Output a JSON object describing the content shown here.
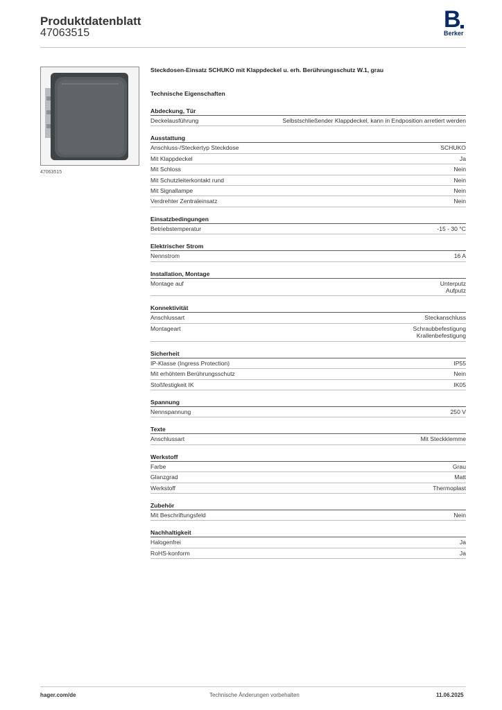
{
  "header": {
    "title": "Produktdatenblatt",
    "article_number": "47063515",
    "logo_letter": "B",
    "logo_text": "Berker"
  },
  "product": {
    "image_caption": "47063515",
    "name": "Steckdosen-Einsatz SCHUKO mit Klappdeckel u. erh. Berührungsschutz W.1, grau",
    "section_title": "Technische Eigenschaften"
  },
  "groups": [
    {
      "title": "Abdeckung, Tür",
      "rows": [
        {
          "label": "Deckelausführung",
          "values": [
            "Selbstschließender Klappdeckel, kann in Endposition arretiert werden"
          ]
        }
      ]
    },
    {
      "title": "Ausstattung",
      "rows": [
        {
          "label": "Anschluss-/Steckertyp Steckdose",
          "values": [
            "SCHUKO"
          ]
        },
        {
          "label": "Mit Klappdeckel",
          "values": [
            "Ja"
          ]
        },
        {
          "label": "Mit Schloss",
          "values": [
            "Nein"
          ]
        },
        {
          "label": "Mit Schutzleiterkontakt rund",
          "values": [
            "Nein"
          ]
        },
        {
          "label": "Mit Signallampe",
          "values": [
            "Nein"
          ]
        },
        {
          "label": "Verdrehter Zentraleinsatz",
          "values": [
            "Nein"
          ]
        }
      ]
    },
    {
      "title": "Einsatzbedingungen",
      "rows": [
        {
          "label": "Betriebstemperatur",
          "values": [
            "-15 - 30 °C"
          ]
        }
      ]
    },
    {
      "title": "Elektrischer Strom",
      "rows": [
        {
          "label": "Nennstrom",
          "values": [
            "16 A"
          ]
        }
      ]
    },
    {
      "title": "Installation, Montage",
      "rows": [
        {
          "label": "Montage auf",
          "values": [
            "Unterputz",
            "Aufputz"
          ]
        }
      ]
    },
    {
      "title": "Konnektivität",
      "rows": [
        {
          "label": "Anschlussart",
          "values": [
            "Steckanschluss"
          ]
        },
        {
          "label": "Montageart",
          "values": [
            "Schraubbefestigung",
            "Krallenbefestigung"
          ]
        }
      ]
    },
    {
      "title": "Sicherheit",
      "rows": [
        {
          "label": "IP-Klasse (Ingress Protection)",
          "values": [
            "IP55"
          ]
        },
        {
          "label": "Mit erhöhtem Berührungsschutz",
          "values": [
            "Nein"
          ]
        },
        {
          "label": "Stoßfestigkeit IK",
          "values": [
            "IK05"
          ]
        }
      ]
    },
    {
      "title": "Spannung",
      "rows": [
        {
          "label": "Nennspannung",
          "values": [
            "250 V"
          ]
        }
      ]
    },
    {
      "title": "Texte",
      "rows": [
        {
          "label": "Anschlussart",
          "values": [
            "Mit Steckklemme"
          ]
        }
      ]
    },
    {
      "title": "Werkstoff",
      "rows": [
        {
          "label": "Farbe",
          "values": [
            "Grau"
          ]
        },
        {
          "label": "Glanzgrad",
          "values": [
            "Matt"
          ]
        },
        {
          "label": "Werkstoff",
          "values": [
            "Thermoplast"
          ]
        }
      ]
    },
    {
      "title": "Zubehör",
      "rows": [
        {
          "label": "Mit Beschriftungsfeld",
          "values": [
            "Nein"
          ]
        }
      ]
    },
    {
      "title": "Nachhaltigkeit",
      "rows": [
        {
          "label": "Halogenfrei",
          "values": [
            "Ja"
          ]
        },
        {
          "label": "RoHS-konform",
          "values": [
            "Ja"
          ]
        }
      ]
    }
  ],
  "footer": {
    "website": "hager.com/de",
    "note": "Technische Änderungen vorbehalten",
    "date": "11.06.2025"
  },
  "colors": {
    "brand": "#0a2a66",
    "product_grey": "#555b5f"
  }
}
